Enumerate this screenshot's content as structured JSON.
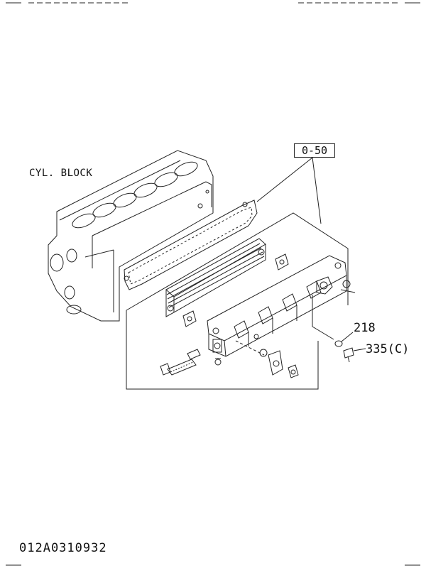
{
  "diagram": {
    "block_label": "CYL. BLOCK",
    "group_label": "0-50",
    "callouts": [
      {
        "id": "218",
        "text": "218"
      },
      {
        "id": "335C",
        "text": "335(C)"
      }
    ],
    "drawing_number": "012A0310932"
  },
  "colors": {
    "line": "#222222",
    "background": "#ffffff"
  }
}
